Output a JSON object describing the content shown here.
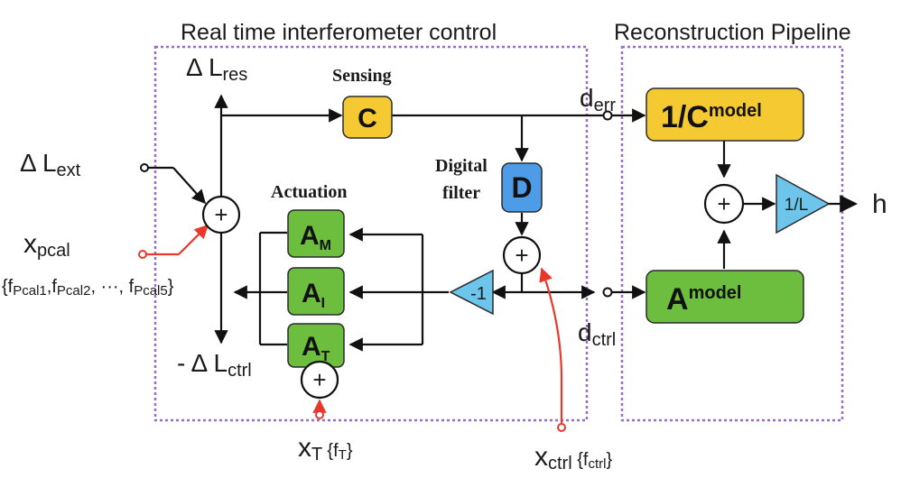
{
  "regions": {
    "realtime_title": "Real time interferometer control",
    "pipeline_title": "Reconstruction Pipeline"
  },
  "labels": {
    "sensing": "Sensing",
    "actuation": "Actuation",
    "digital_filter_line1": "Digital",
    "digital_filter_line2": "filter"
  },
  "signals": {
    "delta_l_res": {
      "symbol": "Δ L",
      "sub": "res"
    },
    "delta_l_ext": {
      "symbol": "Δ L",
      "sub": "ext"
    },
    "x_pcal": {
      "symbol": "x",
      "sub": "pcal"
    },
    "f_pcal_set": {
      "open": "{f",
      "s1": "Pcal1",
      "comma1": ",f",
      "s2": "Pcal2",
      "mid": ", ···, f",
      "s5": "Pcal5",
      "close": "}"
    },
    "minus_delta_l_ctrl": {
      "symbol": "- Δ L",
      "sub": "ctrl"
    },
    "d_err": {
      "symbol": "d",
      "sub": "err"
    },
    "d_ctrl": {
      "symbol": "d",
      "sub": "ctrl"
    },
    "h": "h",
    "x_t": {
      "symbol": "x",
      "sub": "T",
      "open": " {f",
      "fsub": "T",
      "close": "}"
    },
    "x_ctrl": {
      "symbol": "x",
      "sub": "ctrl",
      "open": " {f",
      "fsub": "ctrl",
      "close": "}"
    }
  },
  "blocks": {
    "c": "C",
    "d": "D",
    "inv_c_model": {
      "main": "1/C",
      "sup": "model"
    },
    "a_model": {
      "main": "A",
      "sup": "model"
    },
    "a_m": {
      "main": "A",
      "sub": "M"
    },
    "a_i": {
      "main": "A",
      "sub": "I"
    },
    "a_t": {
      "main": "A",
      "sub": "T"
    },
    "gain_minus_one": "-1",
    "gain_one_over_l": "1/L",
    "sum": "+"
  },
  "colors": {
    "yellow_block": "#F5C932",
    "green_block": "#6DBE3F",
    "blue_block": "#4E9BE8",
    "cyan_triangle": "#6EC5EC",
    "injection_red": "#E8382C",
    "region_border": "#9B6BC8"
  }
}
